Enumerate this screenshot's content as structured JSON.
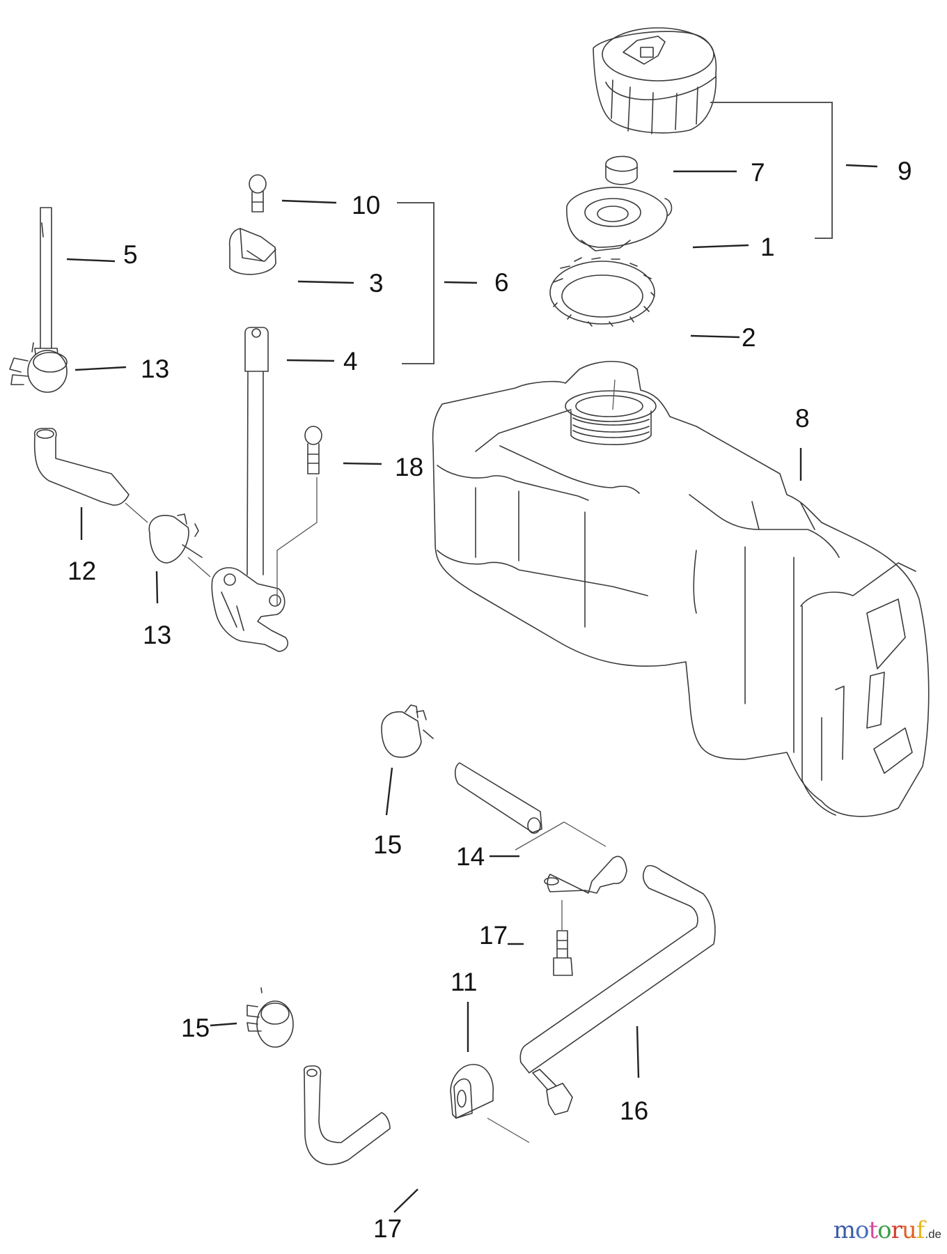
{
  "diagram": {
    "type": "exploded-parts-diagram",
    "subject": "fuel tank assembly",
    "callouts": [
      {
        "id": "c1",
        "label": "1",
        "part": "cap-inner-plate"
      },
      {
        "id": "c2",
        "label": "2",
        "part": "tank-ring-nut"
      },
      {
        "id": "c3",
        "label": "3",
        "part": "valve-knob"
      },
      {
        "id": "c4",
        "label": "4",
        "part": "fuel-pickup-tube"
      },
      {
        "id": "c5",
        "label": "5",
        "part": "long-bolt"
      },
      {
        "id": "c6",
        "label": "6",
        "part": "fuel-valve-assembly"
      },
      {
        "id": "c7",
        "label": "7",
        "part": "cap-gasket"
      },
      {
        "id": "c8",
        "label": "8",
        "part": "fuel-tank"
      },
      {
        "id": "c9",
        "label": "9",
        "part": "fuel-cap-assembly"
      },
      {
        "id": "c10",
        "label": "10",
        "part": "knob-screw"
      },
      {
        "id": "c11",
        "label": "11",
        "part": "hose-clamp-bracket"
      },
      {
        "id": "c12",
        "label": "12",
        "part": "fuel-hose-elbow"
      },
      {
        "id": "c13a",
        "label": "13",
        "part": "hose-clip-upper"
      },
      {
        "id": "c13b",
        "label": "13",
        "part": "hose-clip-lower"
      },
      {
        "id": "c14",
        "label": "14",
        "part": "hose-bracket"
      },
      {
        "id": "c15a",
        "label": "15",
        "part": "hose-clip-middle"
      },
      {
        "id": "c15b",
        "label": "15",
        "part": "hose-clip-bottom"
      },
      {
        "id": "c16",
        "label": "16",
        "part": "fuel-line-hose"
      },
      {
        "id": "c17a",
        "label": "17",
        "part": "bracket-bolt"
      },
      {
        "id": "c17b",
        "label": "17",
        "part": "clamp-bolt"
      },
      {
        "id": "c18",
        "label": "18",
        "part": "valve-screw"
      }
    ]
  },
  "watermark": {
    "letters": [
      "m",
      "o",
      "t",
      "o",
      "r",
      "u",
      "f"
    ],
    "colors": [
      "#3b5aa8",
      "#4a6fc0",
      "#d44a9a",
      "#3aa04a",
      "#d23a2a",
      "#e06020",
      "#e8b818"
    ],
    "suffix": ".de"
  }
}
